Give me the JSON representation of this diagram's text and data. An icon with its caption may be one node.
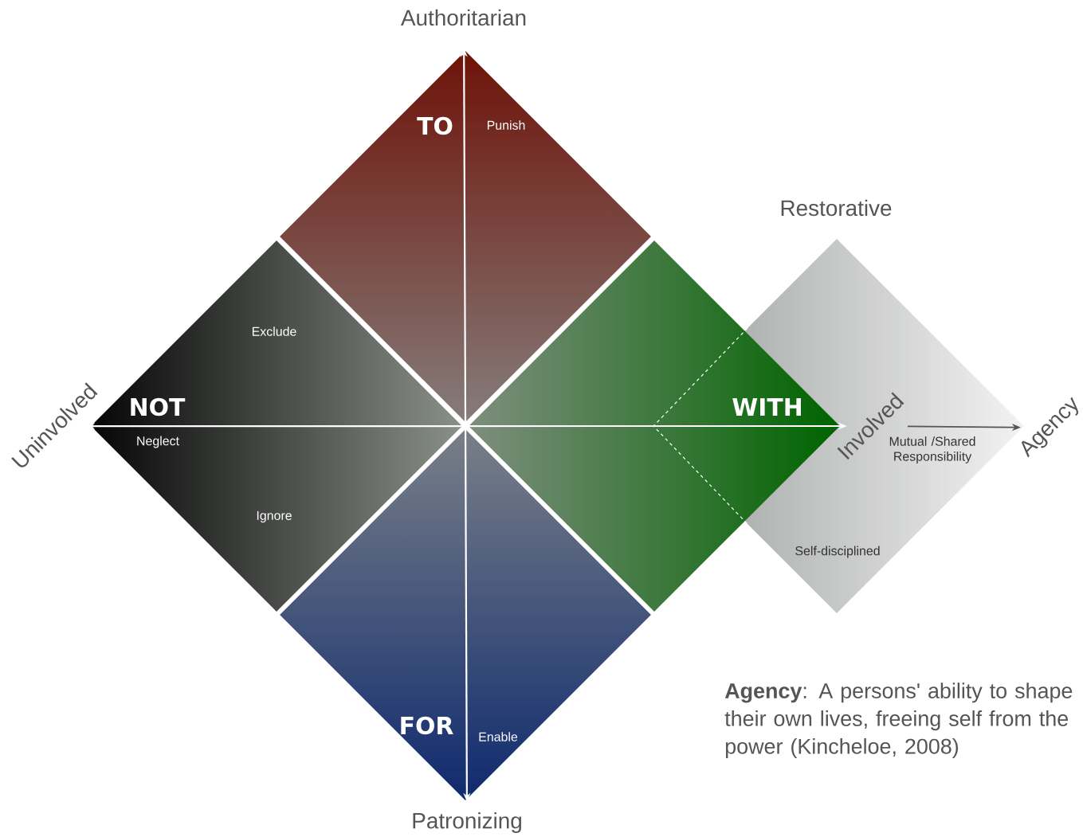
{
  "diagram": {
    "nodes": [
      {
        "text": [
          "TO",
          "Punish"
        ]
      },
      {
        "text": [
          "NOT",
          "Exclude",
          "Neglect",
          "Ignore"
        ]
      },
      {
        "text": [
          "WITH"
        ]
      },
      {
        "text": [
          "FOR",
          "Enable"
        ]
      },
      {
        "text": [
          "Restorative",
          "Mutual /Shared Responsibility",
          "Self-disciplined"
        ]
      },
      {
        "text": [
          "Authoritarian"
        ]
      },
      {
        "text": [
          "Uninvolved"
        ]
      },
      {
        "text": [
          "Patronizing"
        ]
      },
      {
        "text": [
          "Involved"
        ]
      },
      {
        "text": [
          "Agency"
        ]
      }
    ],
    "edges": [
      {
        "from": 5,
        "to": 7,
        "arrow": "both"
      },
      {
        "from": 6,
        "to": 8,
        "arrow": "both"
      },
      {
        "from": 8,
        "to": 9,
        "arrow": "to",
        "color": "#555555"
      }
    ],
    "labels": [
      "**Agency**: A persons' ability to shape their own lives, freeing self from the power (Kincheloe, 2008)"
    ]
  }
}
